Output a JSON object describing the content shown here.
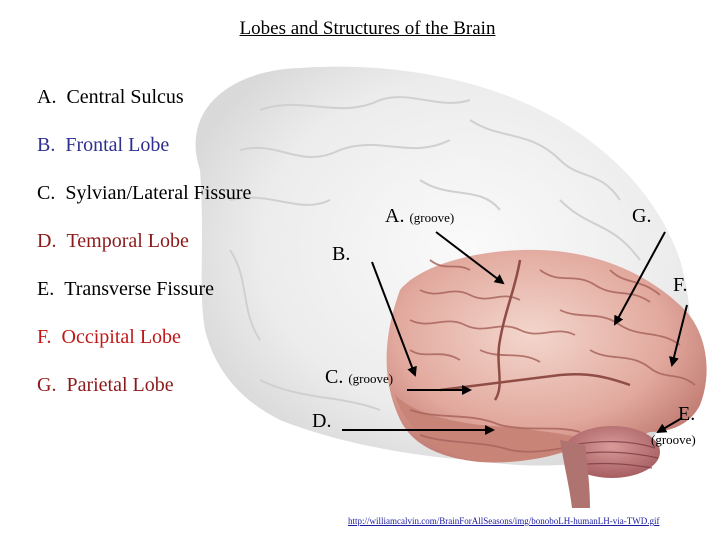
{
  "title": "Lobes and Structures of the Brain",
  "legend": [
    {
      "letter": "A.",
      "text": "Central Sulcus",
      "color": "#000000"
    },
    {
      "letter": "B.",
      "text": "Frontal Lobe",
      "color": "#2f2f8f"
    },
    {
      "letter": "C.",
      "text": "Sylvian/Lateral Fissure",
      "color": "#000000"
    },
    {
      "letter": "D.",
      "text": "Temporal Lobe",
      "color": "#8b1a1a"
    },
    {
      "letter": "E.",
      "text": "Transverse Fissure",
      "color": "#000000"
    },
    {
      "letter": "F.",
      "text": "Occipital Lobe",
      "color": "#c01818"
    },
    {
      "letter": "G.",
      "text": "Parietal Lobe",
      "color": "#8b1a1a"
    }
  ],
  "labels": {
    "a": "A.",
    "a_note": "(groove)",
    "b": "B.",
    "c": "C.",
    "c_note": "(groove)",
    "d": "D.",
    "e": "E.",
    "e_note": "(groove)",
    "f": "F.",
    "g": "G."
  },
  "source_url": "http://williamcalvin.com/BrainForAllSeasons/img/bonoboLH-humanLH-via-TWD.gif"
}
